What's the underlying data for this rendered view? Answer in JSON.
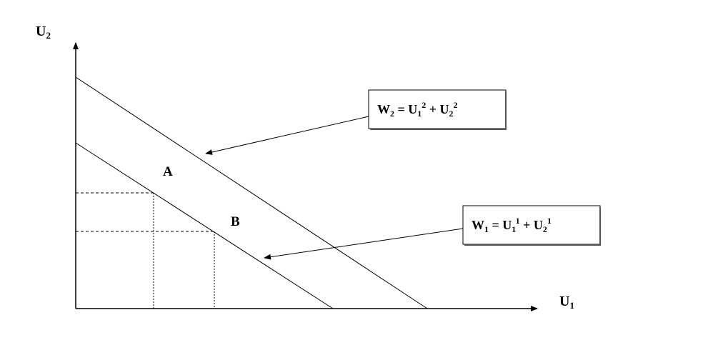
{
  "axes": {
    "y_label": {
      "base": "U",
      "sub": "2"
    },
    "x_label": {
      "base": "U",
      "sub": "1"
    }
  },
  "points": {
    "a": "A",
    "b": "B"
  },
  "equations": {
    "w2": {
      "lhs_base": "W",
      "lhs_sub": "2",
      "eq": " = ",
      "t1_base": "U",
      "t1_sub": "1",
      "t1_sup": "2",
      "plus": " + ",
      "t2_base": "U",
      "t2_sub": "2",
      "t2_sup": "2"
    },
    "w1": {
      "lhs_base": "W",
      "lhs_sub": "1",
      "eq": " = ",
      "t1_base": "U",
      "t1_sub": "1",
      "t1_sup": "1",
      "plus": " + ",
      "t2_base": "U",
      "t2_sub": "2",
      "t2_sup": "1"
    }
  },
  "colors": {
    "ink": "#000000",
    "box_fill": "#ffffff"
  }
}
